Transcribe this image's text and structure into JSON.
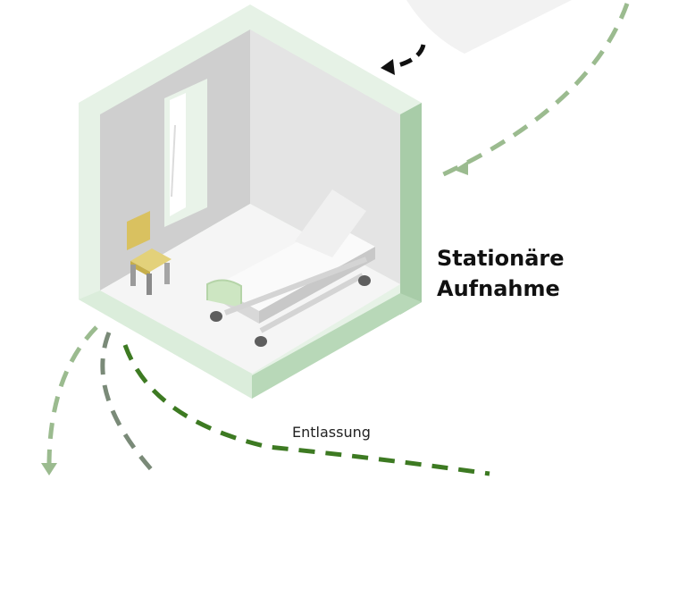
{
  "room": {
    "title_line1": "Stationäre",
    "title_line2": "Aufnahme"
  },
  "flows": {
    "discharge_label": "Entlassung"
  },
  "colors": {
    "frame_light": "#dff0df",
    "frame_mid": "#cfe6cf",
    "frame_dark": "#a8cca8",
    "arrow_light": "#9bbb8f",
    "arrow_gray": "#7a8a78",
    "arrow_dark": "#3d7a22",
    "arrow_black": "#111111"
  }
}
